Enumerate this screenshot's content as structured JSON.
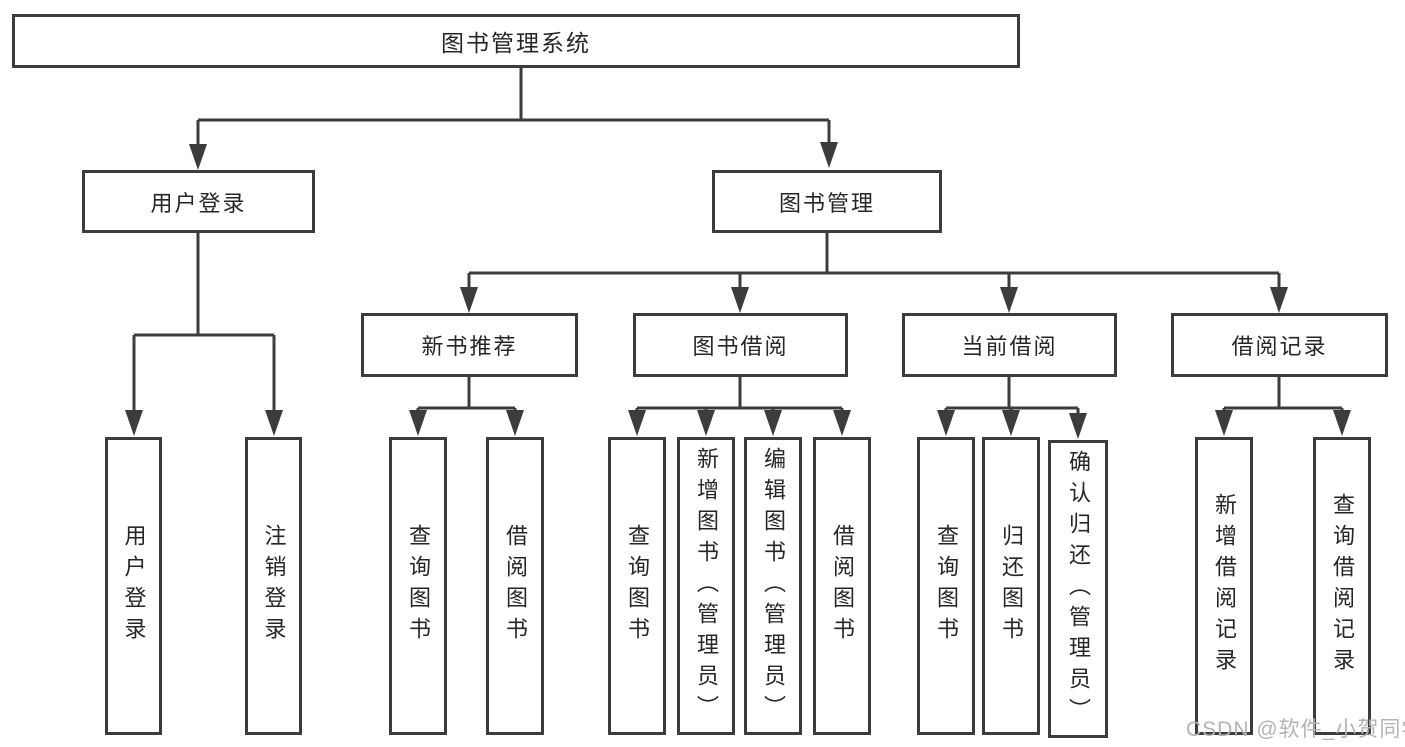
{
  "diagram": {
    "root": {
      "label": "图书管理系统"
    },
    "level2": {
      "user_login": {
        "label": "用户登录"
      },
      "book_mgmt": {
        "label": "图书管理"
      }
    },
    "level3": {
      "new_book_rec": {
        "label": "新书推荐"
      },
      "book_borrow": {
        "label": "图书借阅"
      },
      "current_borrow": {
        "label": "当前借阅"
      },
      "borrow_records": {
        "label": "借阅记录"
      }
    },
    "leaves": {
      "user_login": {
        "label": "用户登录"
      },
      "logout": {
        "label": "注销登录"
      },
      "rec_query_book": {
        "label": "查询图书"
      },
      "rec_borrow_book": {
        "label": "借阅图书"
      },
      "bb_query_book": {
        "label": "查询图书"
      },
      "bb_add_book_admin": {
        "label": "新增图书（管理员）"
      },
      "bb_edit_book_admin": {
        "label": "编辑图书（管理员）"
      },
      "bb_borrow_book": {
        "label": "借阅图书"
      },
      "cb_query_book": {
        "label": "查询图书"
      },
      "cb_return_book": {
        "label": "归还图书"
      },
      "cb_confirm_return_admin": {
        "label": "确认归还（管理员）"
      },
      "br_add_record": {
        "label": "新增借阅记录"
      },
      "br_query_record": {
        "label": "查询借阅记录"
      }
    },
    "watermark": "CSDN @软件_小贺同学",
    "colors": {
      "line": "#3c3c3c",
      "text": "#262626",
      "watermark": "#b4b4b4",
      "background": "#ffffff"
    }
  }
}
